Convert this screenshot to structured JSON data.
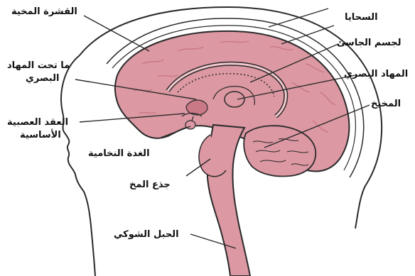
{
  "diagram": {
    "labels": {
      "cortex": "القشرة المخية",
      "meninges": "السحايا",
      "corpus_callosum": "لجسم الجاسئ",
      "hypothalamus_line1": "ما تحت المهاد",
      "hypothalamus_line2": "البصري",
      "thalamus": "المهاد البصري",
      "cerebellum": "المخيخ",
      "basal_ganglia_line1": "العقد العصبية",
      "basal_ganglia_line2": "الأساسية",
      "pituitary": "الغدة النخامية",
      "brainstem": "جذع المخ",
      "spinal_cord": "الحبل الشوكي"
    },
    "colors": {
      "brain_fill": "#dc98a3",
      "brain_shadow": "#c97886",
      "outline": "#2a2a2a",
      "background": "#ffffff"
    }
  }
}
